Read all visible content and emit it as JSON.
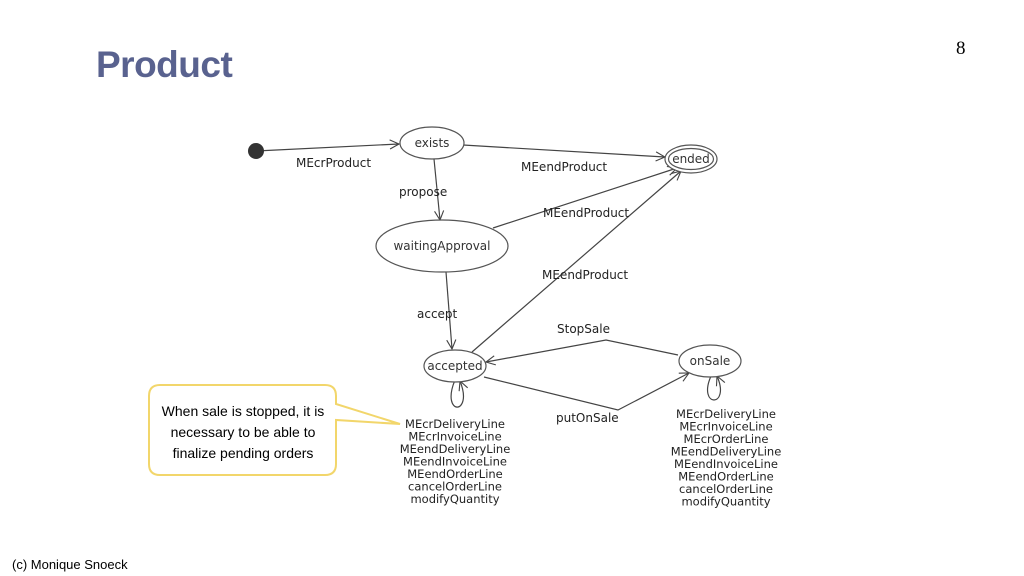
{
  "slide": {
    "title": "Product",
    "page_number": "8",
    "footer": "(c) Monique Snoeck"
  },
  "diagram": {
    "states": {
      "exists": "exists",
      "ended": "ended",
      "waitingApproval": "waitingApproval",
      "accepted": "accepted",
      "onSale": "onSale"
    },
    "transitions": {
      "create": "MEcrProduct",
      "exists_to_ended": "MEendProduct",
      "propose": "propose",
      "waiting_to_ended": "MEendProduct",
      "accepted_to_ended": "MEendProduct",
      "accept": "accept",
      "stop_sale": "StopSale",
      "put_on_sale": "putOnSale"
    },
    "accepted_self_loop_events": [
      "MEcrDeliveryLine",
      "MEcrInvoiceLine",
      "MEendDeliveryLine",
      "MEendInvoiceLine",
      "MEendOrderLine",
      "cancelOrderLine",
      "modifyQuantity"
    ],
    "onsale_self_loop_events": [
      "MEcrDeliveryLine",
      "MEcrInvoiceLine",
      "MEcrOrderLine",
      "MEendDeliveryLine",
      "MEendInvoiceLine",
      "MEendOrderLine",
      "cancelOrderLine",
      "modifyQuantity"
    ]
  },
  "callout": {
    "lines": [
      "When sale is stopped, it is",
      "necessary to be able to",
      "finalize pending orders"
    ]
  },
  "colors": {
    "title": "#59628f",
    "callout_border": "#f2d66b",
    "diagram_stroke": "#555555"
  }
}
